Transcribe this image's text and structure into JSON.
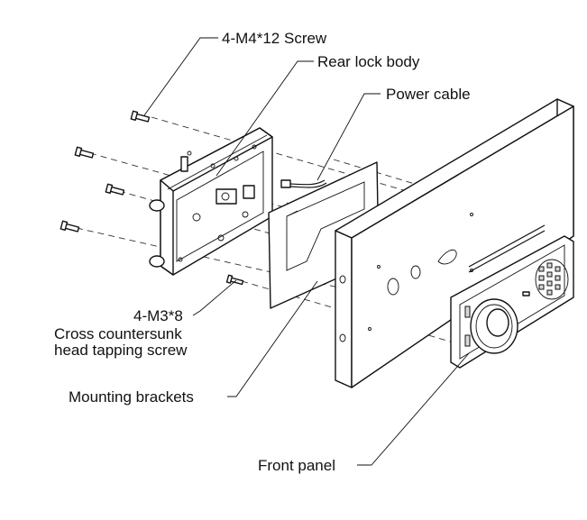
{
  "labels": {
    "screw_m4": "4-M4*12 Screw",
    "rear_lock_body": "Rear lock body",
    "power_cable": "Power cable",
    "screw_m3_line1": "4-M3*8",
    "screw_m3_line2": "Cross countersunk",
    "screw_m3_line3": "head tapping screw",
    "mounting_brackets": "Mounting brackets",
    "front_panel": "Front panel"
  }
}
